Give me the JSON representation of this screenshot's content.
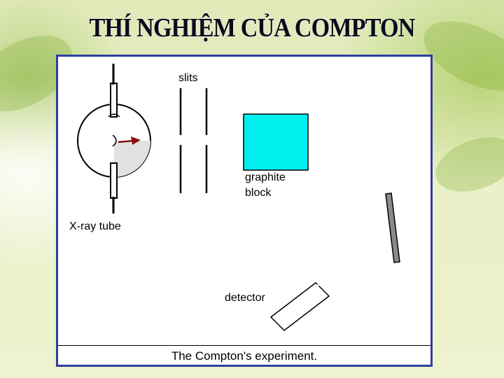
{
  "title": "THÍ NGHIỆM CỦA COMPTON",
  "diagram": {
    "labels": {
      "slits": "slits",
      "graphite": "graphite block",
      "graphite_line1": "graphite",
      "graphite_line2": "block",
      "xray": "X-ray tube",
      "detector": "detector"
    },
    "caption": "The Compton's experiment."
  },
  "colors": {
    "graphite_block": "#00f0f0",
    "panel_border": "#2c3fa0",
    "arrow": "#8b1010",
    "scatter_plate": "#8a8a8a"
  }
}
